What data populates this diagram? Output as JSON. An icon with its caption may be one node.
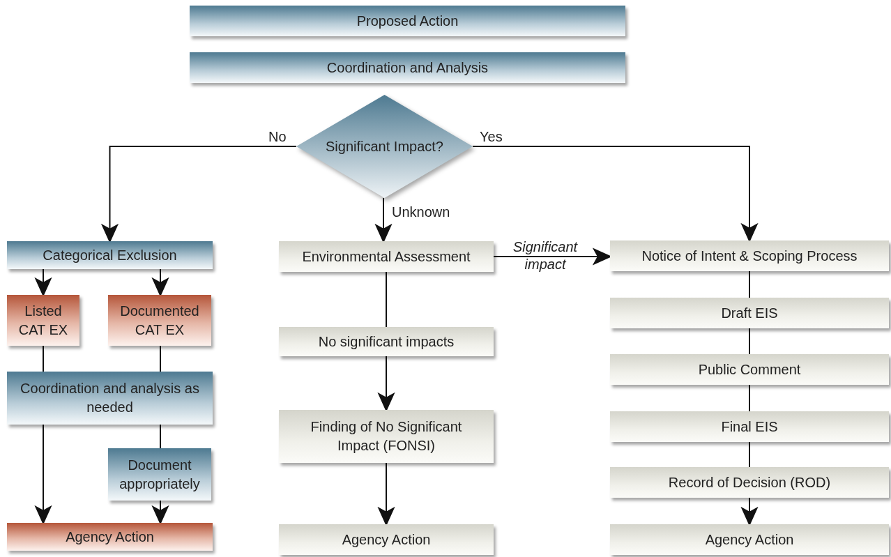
{
  "diagram": {
    "nodes": [
      {
        "text": [
          "Proposed Action"
        ]
      },
      {
        "text": [
          "Coordination and Analysis"
        ]
      },
      {
        "text": [
          "Significant Impact?"
        ]
      },
      {
        "text": [
          "Categorical Exclusion"
        ]
      },
      {
        "text": [
          "Listed CAT EX"
        ]
      },
      {
        "text": [
          "Documented CAT EX"
        ]
      },
      {
        "text": [
          "Coordination and analysis as needed"
        ]
      },
      {
        "text": [
          "Document appropriately"
        ]
      },
      {
        "text": [
          "Agency Action"
        ]
      },
      {
        "text": [
          "Environmental Assessment"
        ]
      },
      {
        "text": [
          "No significant impacts"
        ]
      },
      {
        "text": [
          "Finding of No Significant Impact (FONSI)"
        ]
      },
      {
        "text": [
          "Agency Action"
        ]
      },
      {
        "text": [
          "Notice of Intent & Scoping Process"
        ]
      },
      {
        "text": [
          "Draft EIS"
        ]
      },
      {
        "text": [
          "Public Comment"
        ]
      },
      {
        "text": [
          "Final EIS"
        ]
      },
      {
        "text": [
          "Record of Decision (ROD)"
        ]
      },
      {
        "text": [
          "Agency Action"
        ]
      }
    ],
    "edges": [
      {
        "from": 2,
        "to": 3,
        "arrow": "to",
        "label": "No"
      },
      {
        "from": 2,
        "to": 13,
        "arrow": "to",
        "label": "Yes"
      },
      {
        "from": 2,
        "to": 9,
        "arrow": "to",
        "label": "Unknown"
      },
      {
        "from": 3,
        "to": 4,
        "arrow": "to"
      },
      {
        "from": 3,
        "to": 5,
        "arrow": "to"
      },
      {
        "from": 4,
        "to": 6,
        "arrow": "none"
      },
      {
        "from": 5,
        "to": 6,
        "arrow": "none"
      },
      {
        "from": 6,
        "to": 8,
        "arrow": "to"
      },
      {
        "from": 6,
        "to": 7,
        "arrow": "none"
      },
      {
        "from": 7,
        "to": 8,
        "arrow": "to"
      },
      {
        "from": 9,
        "to": 13,
        "arrow": "to",
        "label": "Significant impact"
      },
      {
        "from": 9,
        "to": 10,
        "arrow": "none"
      },
      {
        "from": 10,
        "to": 11,
        "arrow": "to"
      },
      {
        "from": 11,
        "to": 12,
        "arrow": "to"
      },
      {
        "from": 13,
        "to": 14,
        "arrow": "none"
      },
      {
        "from": 14,
        "to": 15,
        "arrow": "none"
      },
      {
        "from": 15,
        "to": 16,
        "arrow": "none"
      },
      {
        "from": 16,
        "to": 17,
        "arrow": "none"
      },
      {
        "from": 17,
        "to": 18,
        "arrow": "to"
      }
    ]
  }
}
